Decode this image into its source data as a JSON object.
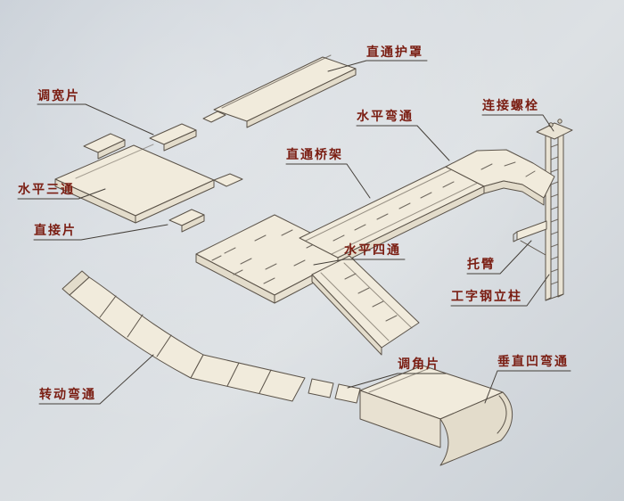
{
  "diagram": {
    "type": "isometric-parts-diagram",
    "labels": [
      {
        "id": "straight-cover",
        "text": "直通护罩"
      },
      {
        "id": "width-adjust-piece",
        "text": "调宽片"
      },
      {
        "id": "horizontal-bend",
        "text": "水平弯通"
      },
      {
        "id": "connecting-bolt",
        "text": "连接螺栓"
      },
      {
        "id": "straight-tray",
        "text": "直通桥架"
      },
      {
        "id": "horizontal-tee",
        "text": "水平三通"
      },
      {
        "id": "direct-connector-piece",
        "text": "直接片"
      },
      {
        "id": "horizontal-cross",
        "text": "水平四通"
      },
      {
        "id": "support-arm",
        "text": "托臂"
      },
      {
        "id": "i-beam-column",
        "text": "工字钢立柱"
      },
      {
        "id": "angle-adjust-piece",
        "text": "调角片"
      },
      {
        "id": "vertical-concave-bend",
        "text": "垂直凹弯通"
      },
      {
        "id": "rotating-bend",
        "text": "转动弯通"
      }
    ],
    "colors": {
      "paper": "#d6dbe0",
      "ink": "#5b5349",
      "leader_line": "#443f39",
      "label_text": "#7a1d12",
      "tray_fill": "#f1ebdc",
      "tray_shade": "#e3dccb"
    }
  }
}
